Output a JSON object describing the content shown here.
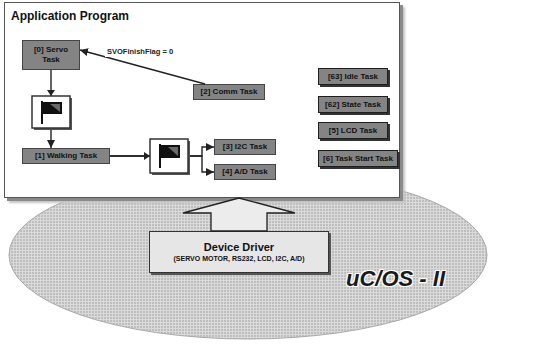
{
  "diagram": {
    "nodes": [
      {
        "text": [
          "Application Program"
        ]
      },
      {
        "text": [
          "[0] Servo Task"
        ],
        "in": 0
      },
      {
        "text": [
          "[2] Comm Task"
        ],
        "in": 0
      },
      {
        "text": [
          "[1] Walking Task"
        ],
        "in": 0
      },
      {
        "text": [
          "[3] I2C Task"
        ],
        "in": 0
      },
      {
        "text": [
          "[4] A/D Task"
        ],
        "in": 0
      },
      {
        "text": [
          "[63] Idle Task"
        ],
        "in": 0
      },
      {
        "text": [
          "[62] State Task"
        ],
        "in": 0
      },
      {
        "text": [
          "[5] LCD Task"
        ],
        "in": 0
      },
      {
        "text": [
          "[6] Task Start Task"
        ],
        "in": 0
      },
      {
        "text": [
          "uC/OS - II"
        ]
      },
      {
        "text": [
          "Device Driver",
          "(SERVO MOTOR, RS232, LCD, I2C, A/D)"
        ],
        "in": 10
      }
    ],
    "edges": [
      {
        "from": 2,
        "to": 1,
        "arrow": "to",
        "label": "SVOFinishFlag = 0"
      },
      {
        "from": 1,
        "to": 3,
        "arrow": "to"
      },
      {
        "from": 3,
        "to": 4,
        "arrow": "to"
      },
      {
        "from": 3,
        "to": 5,
        "arrow": "to"
      },
      {
        "from": 11,
        "to": 0,
        "arrow": "to"
      }
    ]
  }
}
